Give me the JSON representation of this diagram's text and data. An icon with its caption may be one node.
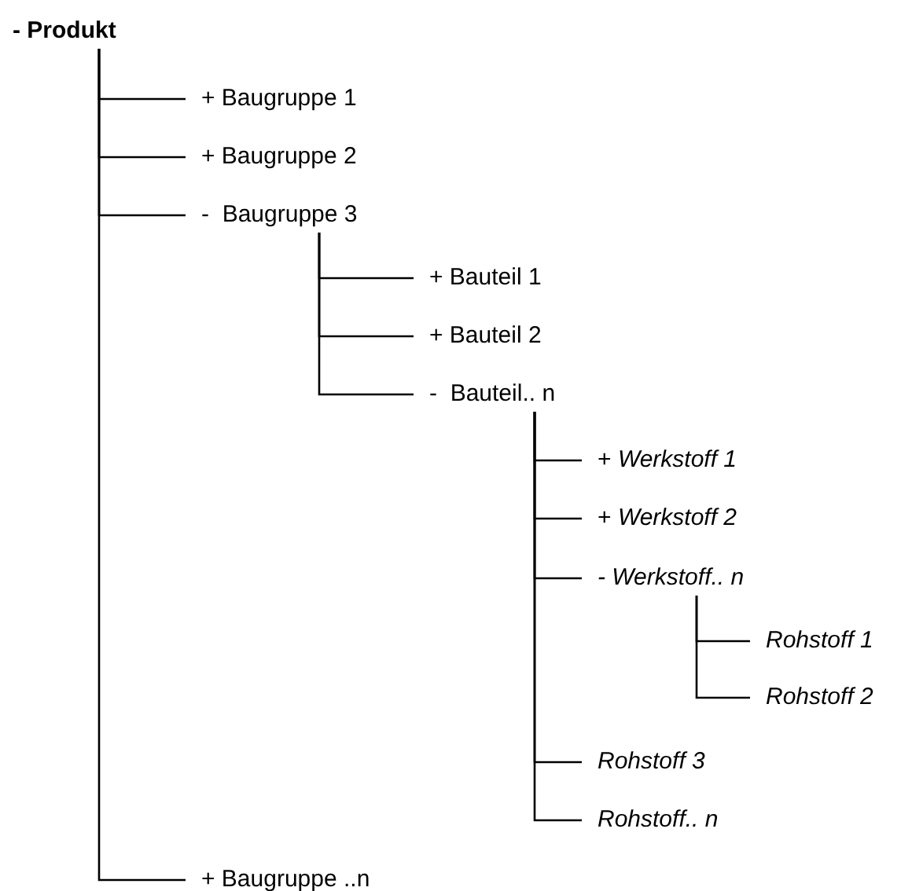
{
  "diagram": {
    "nodes": [
      {
        "text": [
          "- Produkt"
        ]
      },
      {
        "text": [
          "+ Baugruppe 1"
        ]
      },
      {
        "text": [
          "+ Baugruppe 2"
        ]
      },
      {
        "text": [
          "-  Baugruppe 3"
        ]
      },
      {
        "text": [
          "+ Bauteil 1"
        ]
      },
      {
        "text": [
          "+ Bauteil 2"
        ]
      },
      {
        "text": [
          "-  Bauteil.. n"
        ]
      },
      {
        "text": [
          "+ *Werkstoff 1*"
        ]
      },
      {
        "text": [
          "+ *Werkstoff 2*"
        ]
      },
      {
        "text": [
          "- Werkstoff.. n"
        ]
      },
      {
        "text": [
          "Rohstoff 1"
        ]
      },
      {
        "text": [
          "Rohstoff 2"
        ]
      },
      {
        "text": [
          "Rohstoff 3"
        ]
      },
      {
        "text": [
          "Rohstoff.. n"
        ]
      },
      {
        "text": [
          "+ Baugruppe ..n"
        ]
      }
    ],
    "edges": [
      {
        "from": 0,
        "to": 1,
        "arrow": "none"
      },
      {
        "from": 0,
        "to": 2,
        "arrow": "none"
      },
      {
        "from": 0,
        "to": 3,
        "arrow": "none"
      },
      {
        "from": 3,
        "to": 4,
        "arrow": "none"
      },
      {
        "from": 3,
        "to": 5,
        "arrow": "none"
      },
      {
        "from": 3,
        "to": 6,
        "arrow": "none"
      },
      {
        "from": 6,
        "to": 7,
        "arrow": "none"
      },
      {
        "from": 6,
        "to": 8,
        "arrow": "none"
      },
      {
        "from": 6,
        "to": 9,
        "arrow": "none"
      },
      {
        "from": 9,
        "to": 10,
        "arrow": "none"
      },
      {
        "from": 9,
        "to": 11,
        "arrow": "none"
      },
      {
        "from": 6,
        "to": 12,
        "arrow": "none"
      },
      {
        "from": 6,
        "to": 13,
        "arrow": "none"
      },
      {
        "from": 0,
        "to": 14,
        "arrow": "none"
      }
    ]
  }
}
